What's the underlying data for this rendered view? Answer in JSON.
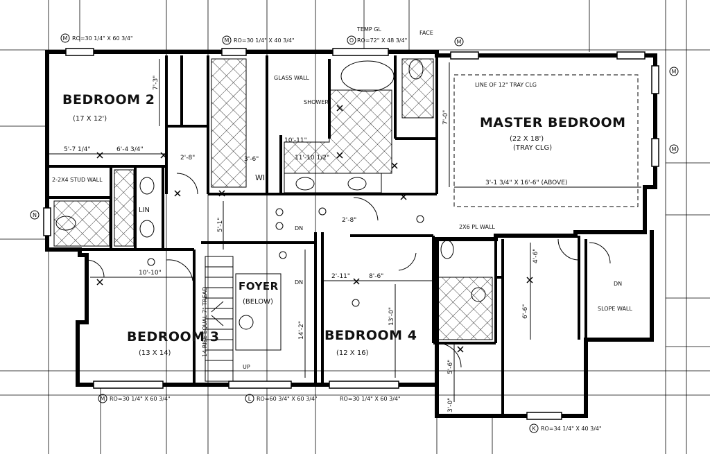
{
  "rooms": {
    "bedroom2": {
      "title": "BEDROOM 2",
      "size": "(17 X 12')"
    },
    "master": {
      "title": "MASTER BEDROOM",
      "size": "(22 X 18')",
      "note": "(TRAY CLG)"
    },
    "bedroom3": {
      "title": "BEDROOM 3",
      "size": "(13 X 14)"
    },
    "bedroom4": {
      "title": "BEDROOM 4",
      "size": "(12 X 16)"
    },
    "foyer": {
      "title": "FOYER",
      "size": "(BELOW)"
    }
  },
  "notes": {
    "stud_wall": "2-2X4 STUD WALL",
    "tray_line": "LINE OF 12\" TRAY CLG",
    "two_by_six": "2X6 PL WALL",
    "temp_gl": "TEMP GL",
    "glass_wall": "GLASS WALL",
    "shower": "SHOWER",
    "wi": "WI",
    "lin": "LIN",
    "dn": "DN",
    "up": "UP",
    "slope_wall": "SLOPE WALL",
    "face": "FACE",
    "riser_note": "14 RISE EQUAL 7\" TREAD"
  },
  "windows": {
    "w_top_left": "RO=30 1/4\" X 60 3/4\"",
    "w_top_mid": "RO=30 1/4\" X 40 3/4\"",
    "w_top_bath": "RO=72\" X 48 3/4\"",
    "w_bottom_left": "RO=30 1/4\" X 60 3/4\"",
    "w_bottom_foyer": "RO=60 3/4\" X 60 3/4\"",
    "w_bottom_b4": "RO=30 1/4\" X 60 3/4\"",
    "w_bottom_right": "RO=34 1/4\" X 40 3/4\"",
    "markers": [
      "M",
      "M",
      "O",
      "M",
      "M",
      "N",
      "M",
      "M",
      "L",
      "K"
    ]
  },
  "dims": {
    "d1": "5'-7 1/4\"",
    "d2": "6'-4 3/4\"",
    "d3": "7'-3\"",
    "d4": "2'-8\"",
    "d5": "3'-6\"",
    "d6": "3'-1 3/4\" X 16'-6\" (ABOVE)",
    "d7": "10'-11\"",
    "d8": "11'-10 1/2\"",
    "d9": "7'-0\"",
    "d10": "10'-10\"",
    "d11": "2'-11\"",
    "d12": "8'-6\"",
    "d13": "13'-0\"",
    "d14": "14'-2\"",
    "d15": "6'-6\"",
    "d16": "5'-6\"",
    "d17": "3'-0\"",
    "d18": "4'-6\"",
    "d19": "5'-1\"",
    "d20": "2'-8\""
  }
}
